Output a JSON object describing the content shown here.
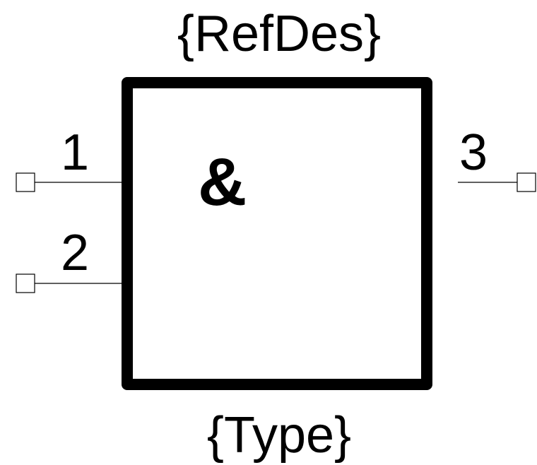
{
  "symbol": {
    "refdes": "{RefDes}",
    "type": "{Type}",
    "function": "&",
    "pins": [
      {
        "number": "1"
      },
      {
        "number": "2"
      },
      {
        "number": "3"
      }
    ]
  }
}
